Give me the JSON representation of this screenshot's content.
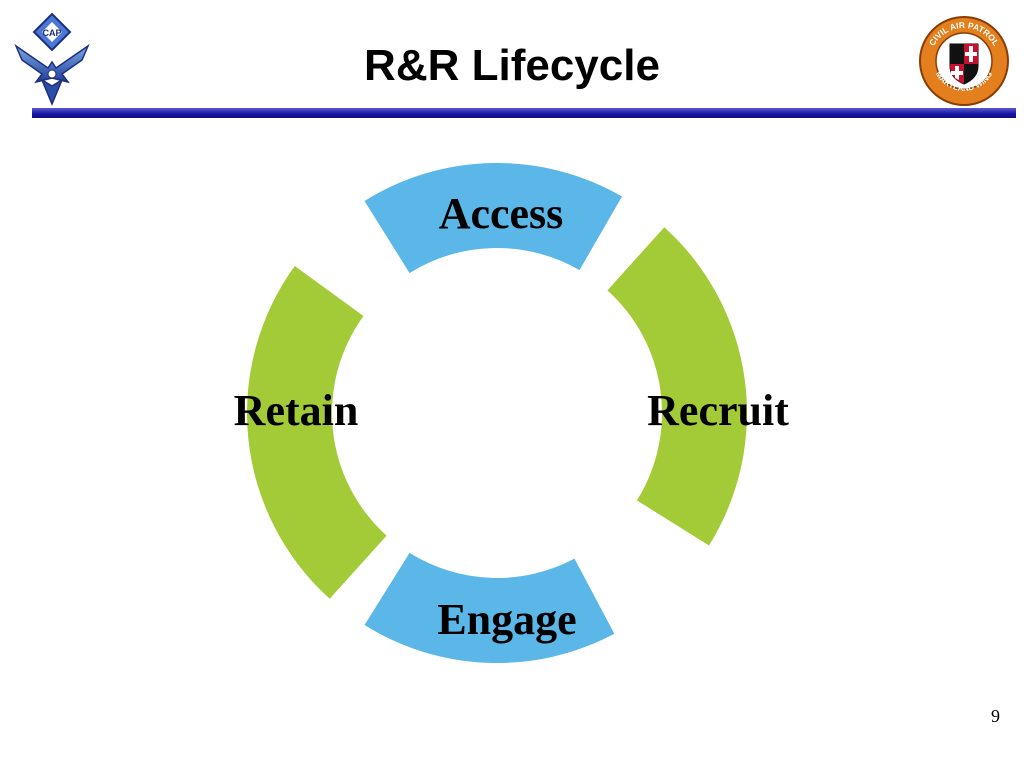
{
  "slide": {
    "title": "R&R Lifecycle",
    "page_number": "9"
  },
  "logos": {
    "left_icon": "usaf-cap-wings-emblem",
    "right_icon": "civil-air-patrol-maryland-wing-seal",
    "right_text_top": "CIVIL AIR PATROL",
    "right_text_bottom": "MARYLAND WING",
    "left_text": "CAP"
  },
  "cycle": {
    "stages": [
      {
        "label": "Access",
        "color": "#5bb7e7"
      },
      {
        "label": "Recruit",
        "color": "#a3cb38"
      },
      {
        "label": "Engage",
        "color": "#5bb7e7"
      },
      {
        "label": "Retain",
        "color": "#a3cb38"
      }
    ]
  },
  "colors": {
    "title_rule": "#1a1aa6",
    "blue_segment": "#5bb7e7",
    "green_segment": "#a3cb38"
  }
}
